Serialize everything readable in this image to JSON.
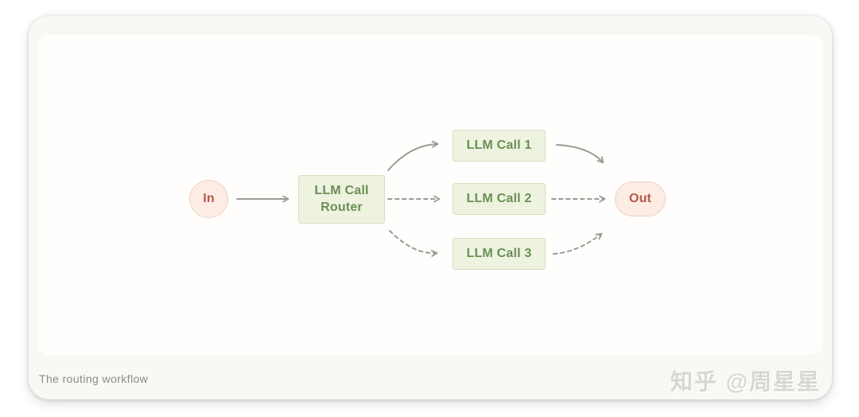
{
  "card": {
    "caption": "The routing workflow",
    "watermark": "知乎 @周星星"
  },
  "diagram": {
    "title": "The routing workflow",
    "nodes": {
      "in": {
        "label": "In",
        "type": "terminal"
      },
      "router": {
        "label": "LLM Call Router",
        "type": "process"
      },
      "call1": {
        "label": "LLM Call 1",
        "type": "process"
      },
      "call2": {
        "label": "LLM Call 2",
        "type": "process"
      },
      "call3": {
        "label": "LLM Call 3",
        "type": "process"
      },
      "out": {
        "label": "Out",
        "type": "terminal"
      }
    },
    "edges": [
      {
        "from": "In",
        "to": "LLM Call Router",
        "style": "solid"
      },
      {
        "from": "LLM Call Router",
        "to": "LLM Call 1",
        "style": "solid"
      },
      {
        "from": "LLM Call Router",
        "to": "LLM Call 2",
        "style": "dashed"
      },
      {
        "from": "LLM Call Router",
        "to": "LLM Call 3",
        "style": "dashed"
      },
      {
        "from": "LLM Call 1",
        "to": "Out",
        "style": "solid"
      },
      {
        "from": "LLM Call 2",
        "to": "Out",
        "style": "dashed"
      },
      {
        "from": "LLM Call 3",
        "to": "Out",
        "style": "dashed"
      }
    ],
    "colors": {
      "process_fill": "#eef3e0",
      "process_border": "#d6dfc1",
      "process_text": "#6a8f54",
      "terminal_fill": "#fcece4",
      "terminal_border": "#eed2c5",
      "terminal_text": "#b35a4d",
      "arrow": "#9a9a96",
      "card_background": "#faf8f5",
      "canvas_background": "#fffefc"
    }
  }
}
